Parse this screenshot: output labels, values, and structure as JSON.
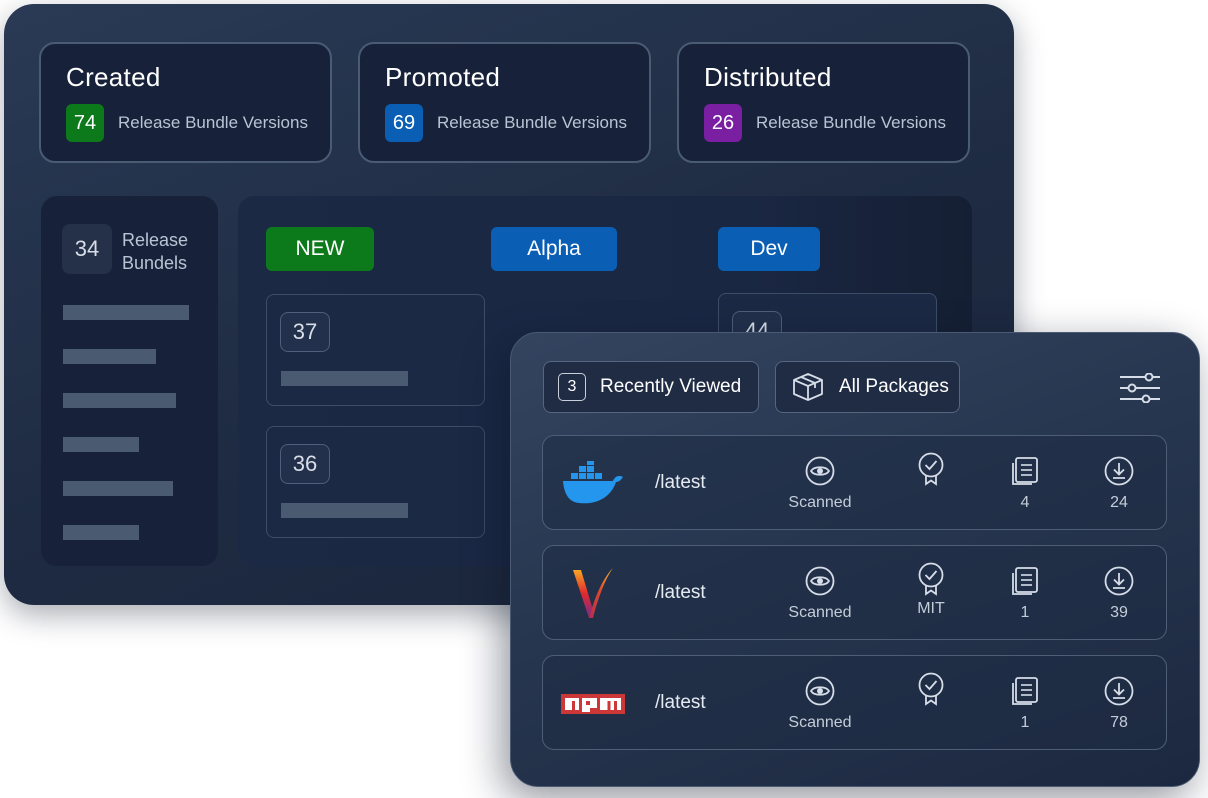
{
  "stats": [
    {
      "title": "Created",
      "count": "74",
      "label": "Release Bundle Versions",
      "color": "#0c7a1a"
    },
    {
      "title": "Promoted",
      "count": "69",
      "label": "Release Bundle Versions",
      "color": "#0a5fb4"
    },
    {
      "title": "Distributed",
      "count": "26",
      "label": "Release Bundle Versions",
      "color": "#7b1fa2"
    }
  ],
  "release_bundles": {
    "count": "34",
    "label": "Release Bundels"
  },
  "stages": [
    {
      "label": "NEW",
      "color": "#0c7a1a"
    },
    {
      "label": "Alpha",
      "color": "#0a5fb4"
    },
    {
      "label": "Dev",
      "color": "#0a5fb4"
    }
  ],
  "version_cards": [
    "37",
    "36",
    "44"
  ],
  "packages_panel": {
    "recently_viewed": {
      "count": "3",
      "label": "Recently Viewed"
    },
    "all_packages_label": "All Packages",
    "rows": [
      {
        "logo": "docker-logo-icon",
        "tag": "/latest",
        "scan": "Scanned",
        "license": "",
        "versions": "4",
        "downloads": "24"
      },
      {
        "logo": "maven-logo-icon",
        "tag": "/latest",
        "scan": "Scanned",
        "license": "MIT",
        "versions": "1",
        "downloads": "39"
      },
      {
        "logo": "npm-logo-icon",
        "tag": "/latest",
        "scan": "Scanned",
        "license": "",
        "versions": "1",
        "downloads": "78"
      }
    ]
  }
}
